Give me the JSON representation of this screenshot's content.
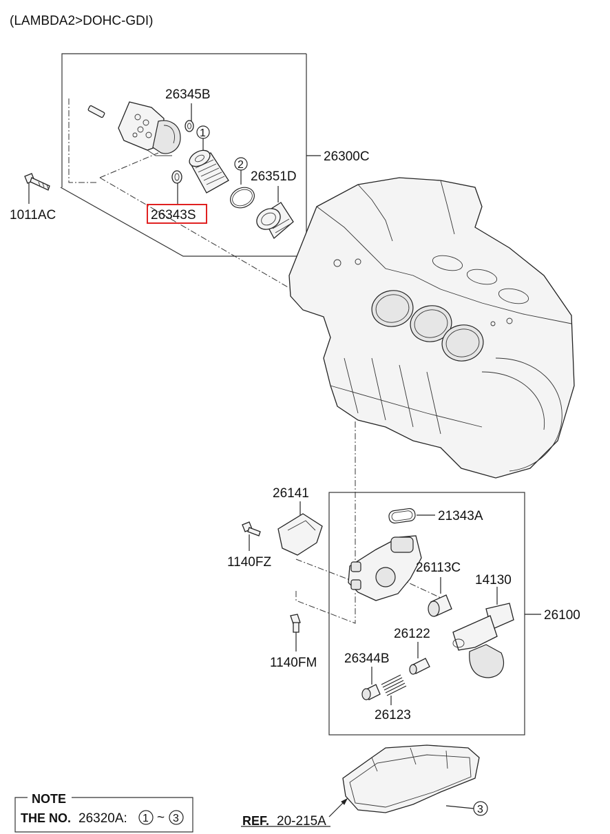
{
  "header": {
    "title": "(LAMBDA2>DOHC-GDI)"
  },
  "parts": {
    "p26345B": "26345B",
    "p26300C": "26300C",
    "p26351D": "26351D",
    "p1011AC": "1011AC",
    "p26343S": "26343S",
    "p26141": "26141",
    "p21343A": "21343A",
    "p1140FZ": "1140FZ",
    "p26113C": "26113C",
    "p14130": "14130",
    "p26100": "26100",
    "p26122": "26122",
    "p1140FM": "1140FM",
    "p26344B": "26344B",
    "p26123": "26123"
  },
  "callouts": {
    "c1": "1",
    "c2": "2",
    "c3": "3"
  },
  "note": {
    "heading": "NOTE",
    "prefix": "THE NO.",
    "text": "26320A:",
    "from": "1",
    "sep": "~",
    "to": "3"
  },
  "reference": {
    "prefix": "REF.",
    "value": "20-215A"
  },
  "highlight_color": "#e02020"
}
